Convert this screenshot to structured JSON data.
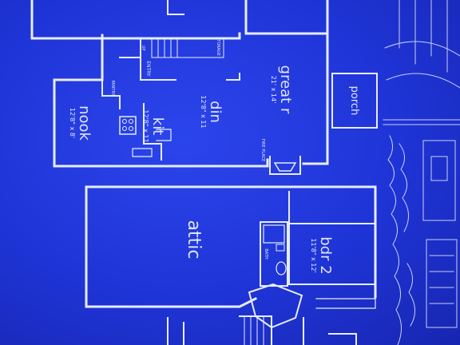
{
  "image": {
    "kind": "blueprint photograph",
    "ink_color": "#e8eeff",
    "paper_color": "#2238dc"
  },
  "rooms": [
    {
      "name": "nook",
      "dims": "12'8\" x 8'"
    },
    {
      "name": "kit",
      "dims": "12'8\" x 11"
    },
    {
      "name": "din",
      "dims": "12'8\" x 11"
    },
    {
      "name": "great r",
      "dims": "21' x 14'"
    },
    {
      "name": "attic",
      "dims": ""
    },
    {
      "name": "bdr 2",
      "dims": "11'8\" x 12'"
    }
  ],
  "small_labels": {
    "porch": "porch",
    "pantry": "PANTRY",
    "entry": "ENTRY",
    "storage": "STORAGE",
    "fireplace": "FIRE PLACE",
    "bath": "BATH",
    "up": "UP"
  }
}
